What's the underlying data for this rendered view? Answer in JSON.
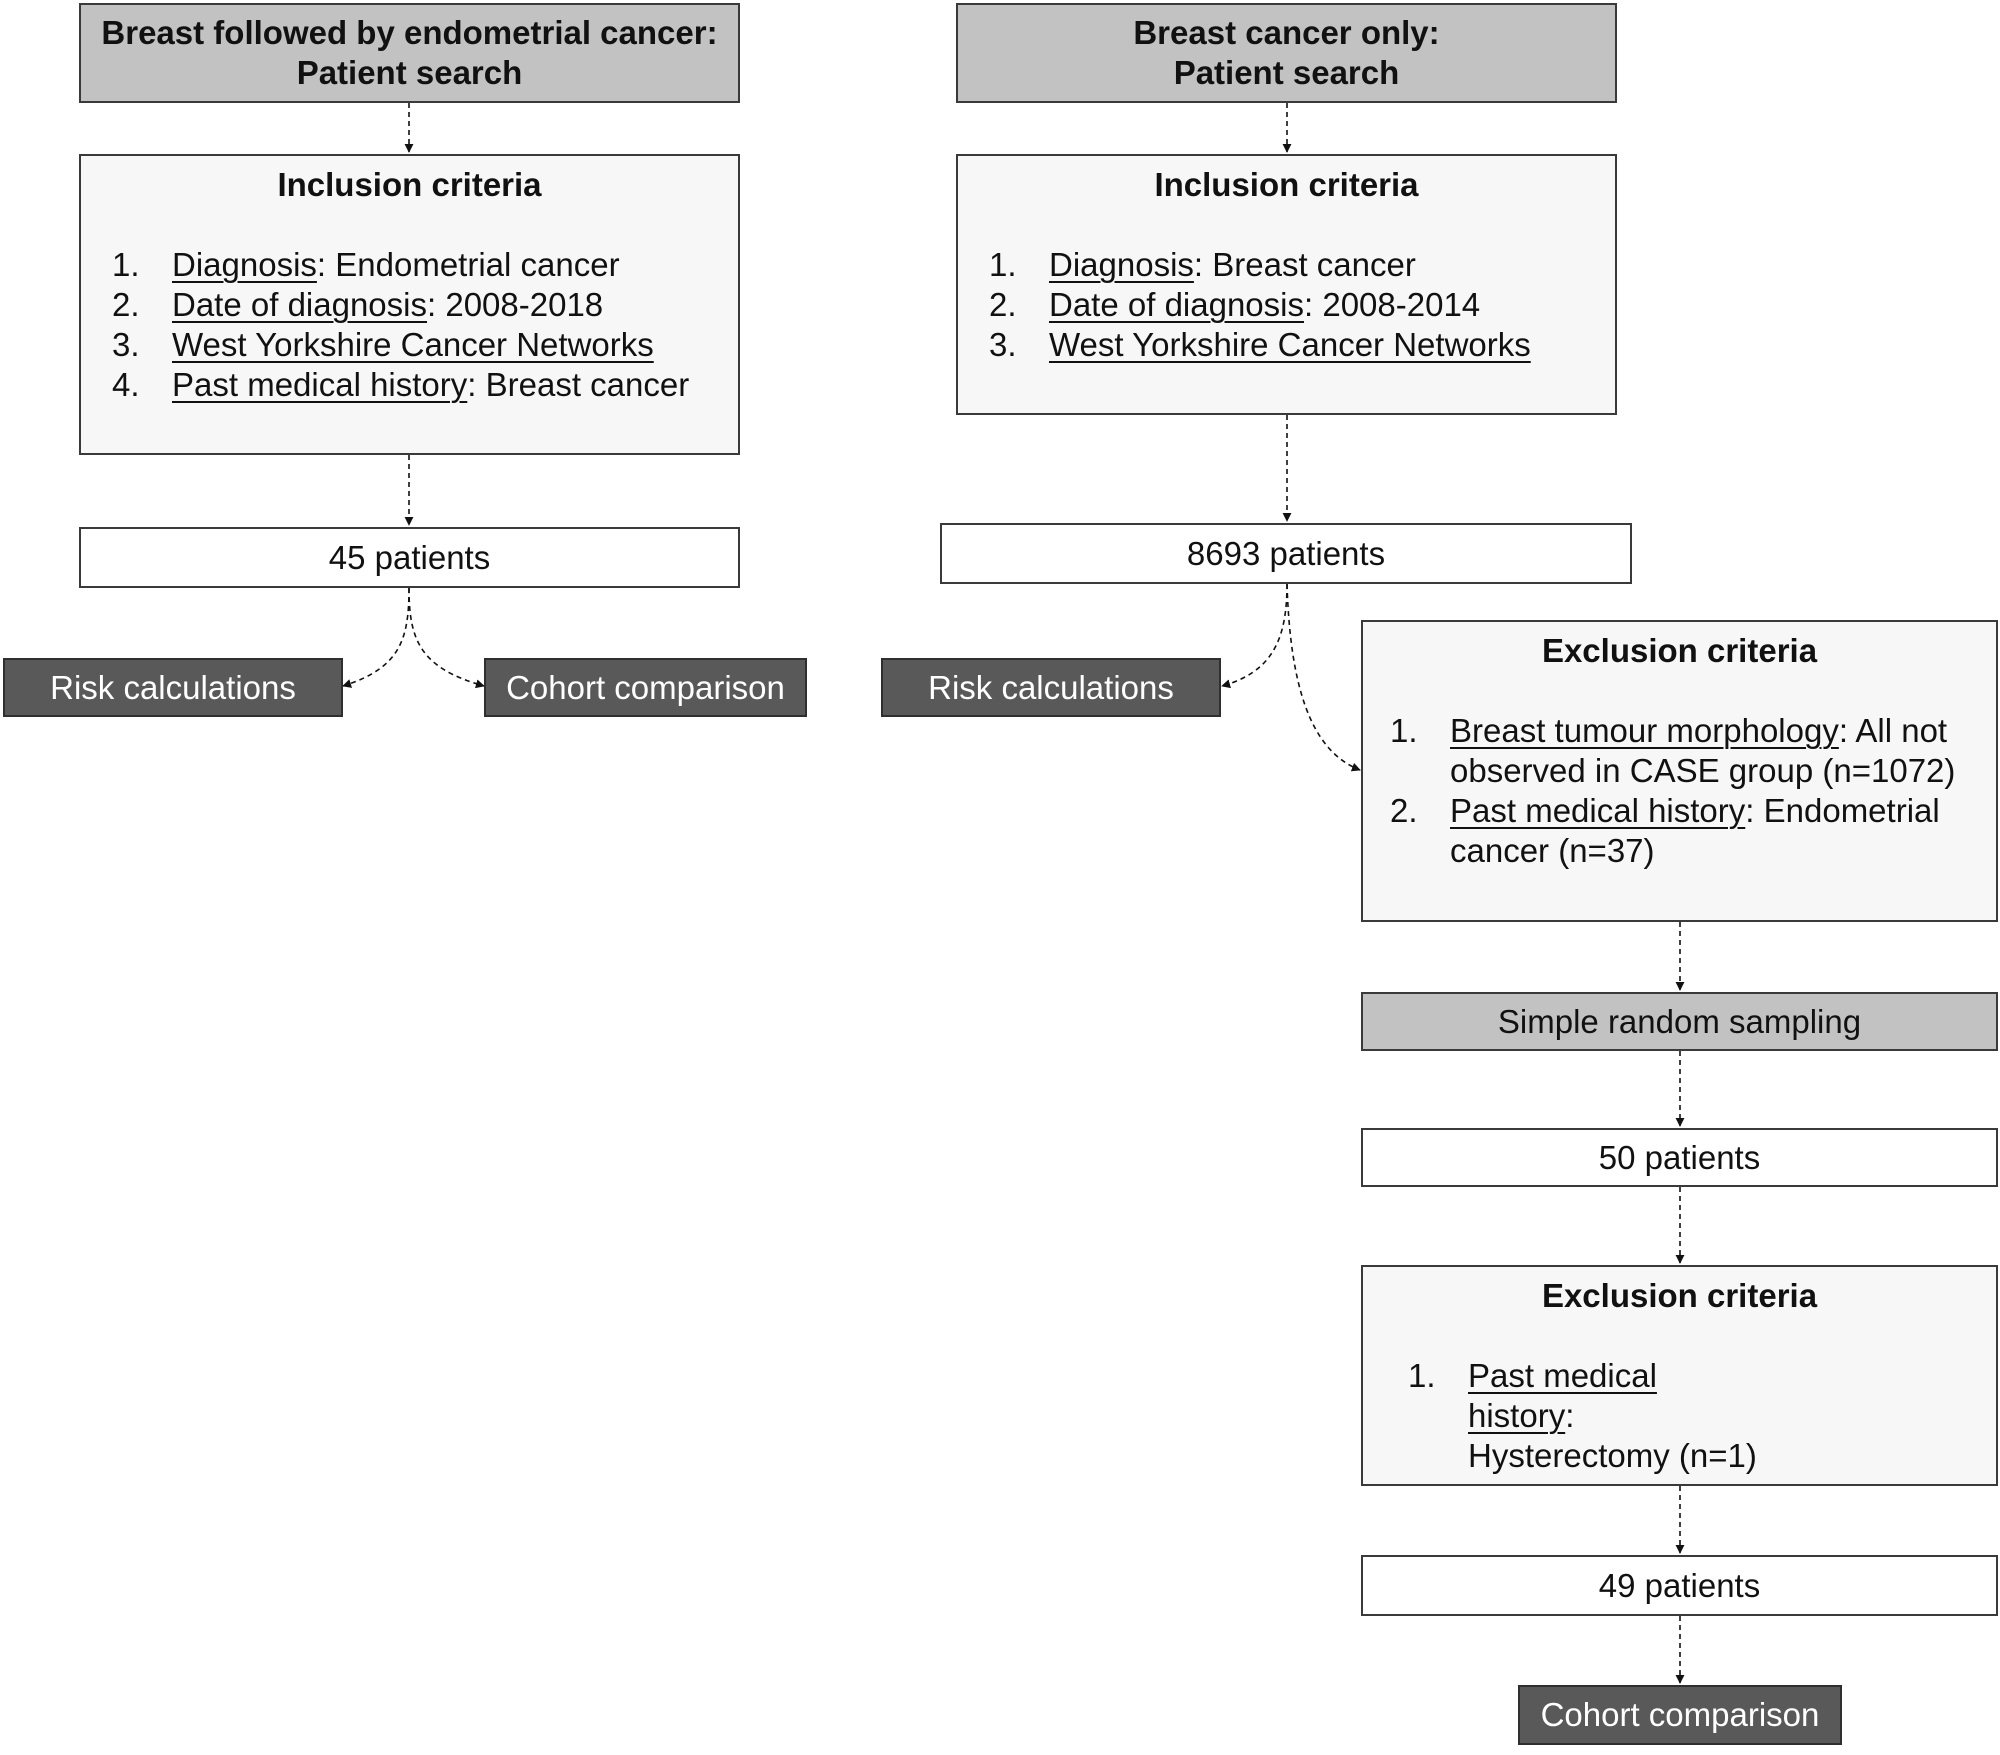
{
  "left": {
    "header": {
      "line1": "Breast followed by endometrial cancer:",
      "line2": "Patient search"
    },
    "inclusion": {
      "title": "Inclusion criteria",
      "items": [
        {
          "num": "1.",
          "key": "Diagnosis",
          "value": ": Endometrial cancer"
        },
        {
          "num": "2.",
          "key": "Date of diagnosis",
          "value": ": 2008-2018"
        },
        {
          "num": "3.",
          "key": "West Yorkshire Cancer Networks",
          "value": ""
        },
        {
          "num": "4.",
          "key": "Past medical history",
          "value": ": Breast cancer"
        }
      ]
    },
    "patients": "45 patients",
    "risk_label": "Risk calculations",
    "cohort_label": "Cohort comparison"
  },
  "right": {
    "header": {
      "line1": "Breast cancer only:",
      "line2": "Patient search"
    },
    "inclusion": {
      "title": "Inclusion criteria",
      "items": [
        {
          "num": "1.",
          "key": "Diagnosis",
          "value": ": Breast cancer"
        },
        {
          "num": "2.",
          "key": "Date of diagnosis",
          "value": ": 2008-2014"
        },
        {
          "num": "3.",
          "key": "West Yorkshire Cancer Networks",
          "value": ""
        }
      ]
    },
    "patients": "8693 patients",
    "risk_label": "Risk calculations",
    "exclusion1": {
      "title": "Exclusion criteria",
      "items": [
        {
          "num": "1.",
          "key": "Breast tumour morphology",
          "value": ": All not observed in CASE group (n=1072)"
        },
        {
          "num": "2.",
          "key": "Past medical history",
          "value": ": Endometrial cancer (n=37)"
        }
      ]
    },
    "sampling": "Simple random sampling",
    "patients_50": "50 patients",
    "exclusion2": {
      "title": "Exclusion criteria",
      "items": [
        {
          "num": "1.",
          "key": "Past medical history",
          "value": ": Hysterectomy (n=1)"
        }
      ]
    },
    "patients_49": "49 patients",
    "cohort_label": "Cohort comparison"
  },
  "colors": {
    "header_fill": "#c2c2c2",
    "criteria_fill": "#f7f7f7",
    "count_fill": "#ffffff",
    "outcome_fill": "#595959",
    "outcome_text": "#ffffff",
    "border": "#3a3a3a"
  }
}
